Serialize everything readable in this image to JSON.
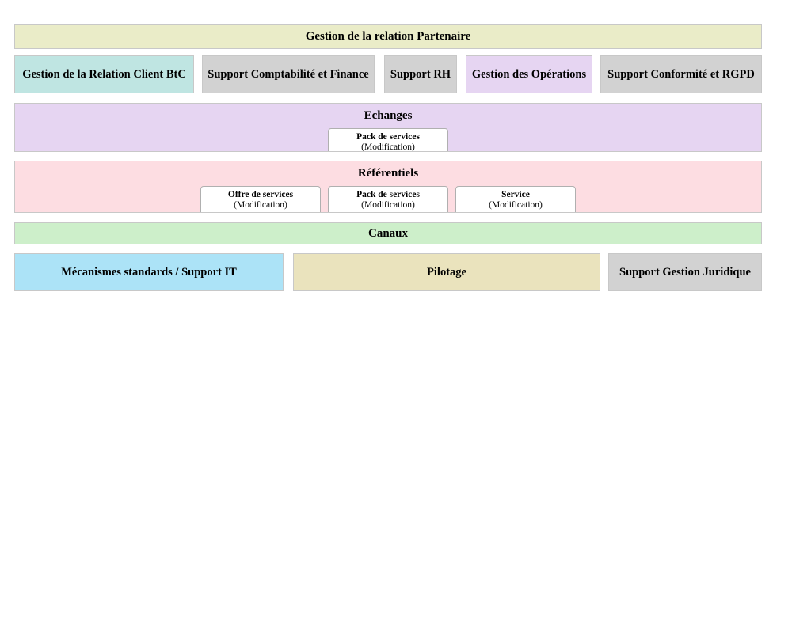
{
  "diagram": {
    "title": "Gestion de la relation Partenaire",
    "rows": [
      {
        "id": "row-top",
        "kind": "banner",
        "blocks": [
          {
            "label": "Gestion de la relation Partenaire",
            "color": "#eaecc8"
          }
        ]
      },
      {
        "id": "row-supports",
        "kind": "columns",
        "blocks": [
          {
            "label": "Gestion de la Relation Client BtC",
            "color": "#bfe5e2"
          },
          {
            "label": "Support Comptabilité et Finance",
            "color": "#d2d2d2"
          },
          {
            "label": "Support RH",
            "color": "#d2d2d2"
          },
          {
            "label": "Gestion des Opérations",
            "color": "#e6d5f2"
          },
          {
            "label": "Support Conformité et RGPD",
            "color": "#d2d2d2"
          }
        ]
      },
      {
        "id": "row-echanges",
        "kind": "container",
        "title": "Echanges",
        "color": "#e6d5f2",
        "chips": [
          {
            "title": "Pack de services",
            "sub": "(Modification)"
          }
        ]
      },
      {
        "id": "row-referentiels",
        "kind": "container",
        "title": "Référentiels",
        "color": "#fddde2",
        "chips": [
          {
            "title": "Offre de services",
            "sub": "(Modification)"
          },
          {
            "title": "Pack de services",
            "sub": "(Modification)"
          },
          {
            "title": "Service",
            "sub": "(Modification)"
          }
        ]
      },
      {
        "id": "row-canaux",
        "kind": "banner",
        "blocks": [
          {
            "label": "Canaux",
            "color": "#cdefca"
          }
        ]
      },
      {
        "id": "row-bottom",
        "kind": "columns",
        "blocks": [
          {
            "label": "Mécanismes standards / Support IT",
            "color": "#ace3f7"
          },
          {
            "label": "Pilotage",
            "color": "#eae3bd"
          },
          {
            "label": "Support Gestion Juridique",
            "color": "#d2d2d2"
          }
        ]
      }
    ],
    "labels": {
      "top_banner": "Gestion de la relation Partenaire",
      "grc_btc": "Gestion de la Relation Client BtC",
      "support_compta": "Support Comptabilité et Finance",
      "support_rh": "Support RH",
      "gestion_operations": "Gestion des Opérations",
      "support_conformite": "Support Conformité et RGPD",
      "echanges": "Echanges",
      "referentiels": "Référentiels",
      "canaux": "Canaux",
      "mecanismes": "Mécanismes standards / Support IT",
      "pilotage": "Pilotage",
      "support_juridique": "Support Gestion Juridique",
      "pack_de_services": "Pack de services",
      "offre_de_services": "Offre de services",
      "service": "Service",
      "modification": "(Modification)"
    },
    "colors": {
      "pale_yellow": "#eaecc8",
      "teal": "#bfe5e2",
      "grey": "#d2d2d2",
      "lavender": "#e6d5f2",
      "pink": "#fddde2",
      "green": "#cdefca",
      "light_blue": "#ace3f7",
      "beige": "#eae3bd",
      "chip_white": "#ffffff",
      "border_grey": "#c8c8c8"
    }
  }
}
